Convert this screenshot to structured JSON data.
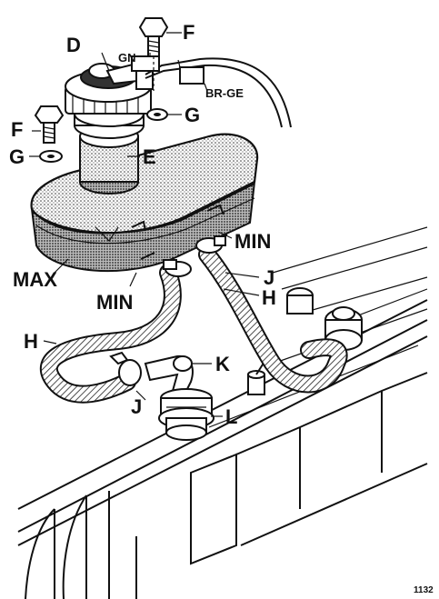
{
  "labels": {
    "D": "D",
    "E": "E",
    "F1": "F",
    "F2": "F",
    "G1": "G",
    "G2": "G",
    "GN": "GN",
    "BRGE": "BR-GE",
    "MIN1": "MIN",
    "MIN2": "MIN",
    "MAX": "MAX",
    "J1": "J",
    "J2": "J",
    "H1": "H",
    "H2": "H",
    "K": "K",
    "L": "L"
  },
  "figure_number": "1132"
}
